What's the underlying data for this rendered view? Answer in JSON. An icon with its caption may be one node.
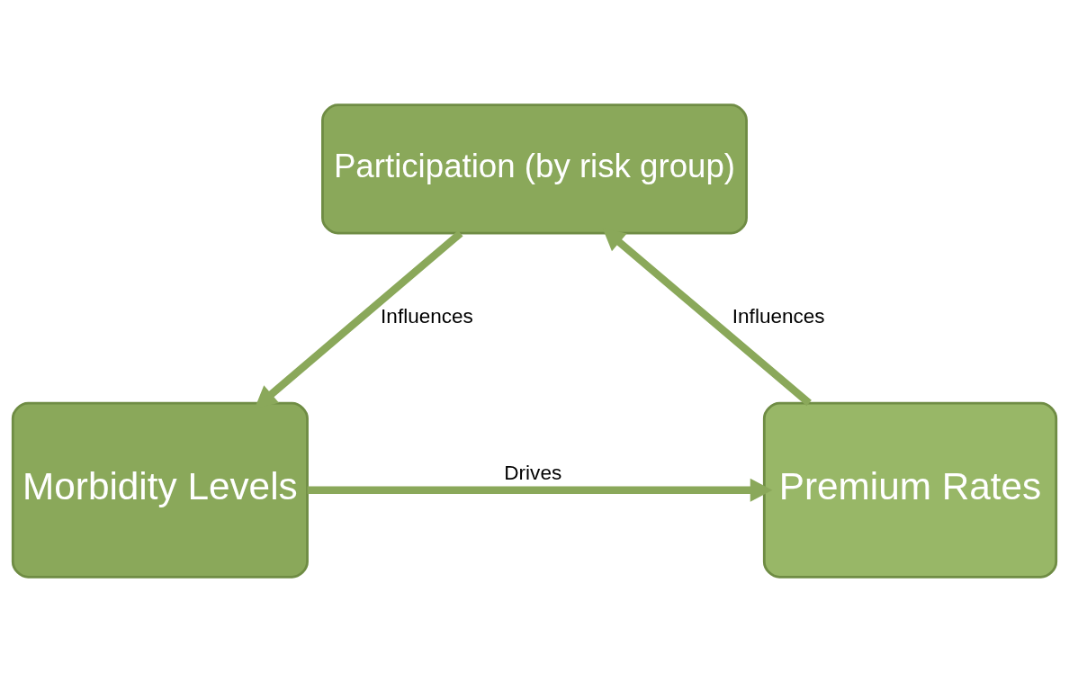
{
  "diagram": {
    "nodes": [
      {
        "text": [
          "Participation (by risk group)"
        ]
      },
      {
        "text": [
          "Morbidity Levels"
        ]
      },
      {
        "text": [
          "Premium Rates"
        ]
      }
    ],
    "edges": [
      {
        "from": 0,
        "to": 1,
        "arrow": "to",
        "label": "Influences"
      },
      {
        "from": 1,
        "to": 2,
        "arrow": "to",
        "label": "Drives"
      },
      {
        "from": 2,
        "to": 0,
        "arrow": "to",
        "label": "Influences"
      }
    ]
  }
}
